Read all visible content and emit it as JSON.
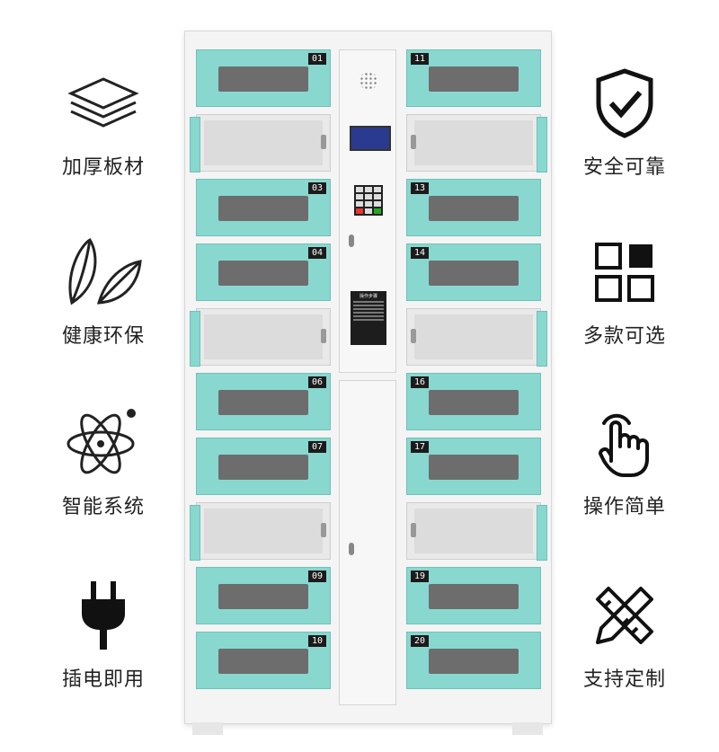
{
  "features_left": [
    {
      "label": "加厚板材",
      "icon": "layers-icon"
    },
    {
      "label": "健康环保",
      "icon": "leaves-icon"
    },
    {
      "label": "智能系统",
      "icon": "atom-icon"
    },
    {
      "label": "插电即用",
      "icon": "plug-icon"
    }
  ],
  "features_right": [
    {
      "label": "安全可靠",
      "icon": "shield-check-icon"
    },
    {
      "label": "多款可选",
      "icon": "grid-squares-icon"
    },
    {
      "label": "操作简单",
      "icon": "touch-hand-icon"
    },
    {
      "label": "支持定制",
      "icon": "pencil-ruler-icon"
    }
  ],
  "cabinet": {
    "door_color": "#88d8d0",
    "left_column": [
      "01",
      "",
      "03",
      "04",
      "",
      "06",
      "07",
      "",
      "09",
      "10"
    ],
    "right_column": [
      "11",
      "",
      "13",
      "14",
      "",
      "16",
      "17",
      "",
      "19",
      "20"
    ],
    "guide_title": "操作步骤"
  }
}
